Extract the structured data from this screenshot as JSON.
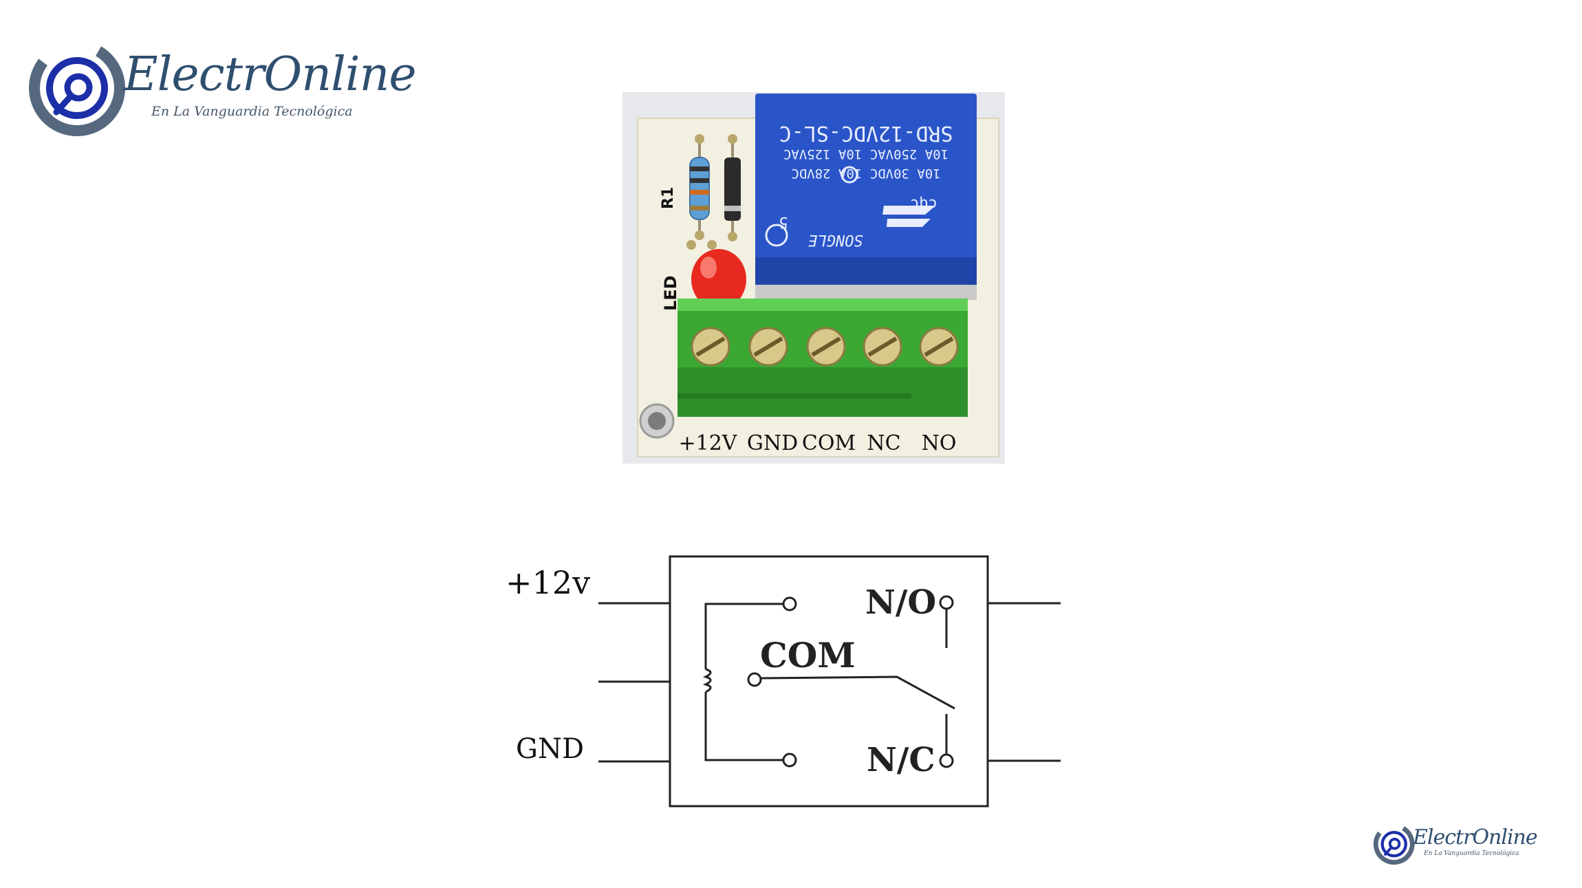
{
  "brand": {
    "name": "ElectrOnline",
    "tagline": "En La Vanguardia Tecnológica",
    "color_primary": "#2f4f6f",
    "color_accent": "#1c2fa8",
    "icon": "electronline-logo-icon"
  },
  "photo": {
    "relay_markings": {
      "line1": "SRD-12VDC-SL-C",
      "line2": "10A 250VAC  10A 125VAC",
      "line3": "10A 30VDC  10A 28VDC",
      "cert": "cqc",
      "brand": "SONGLE",
      "number": "5"
    },
    "component_labels": {
      "resistor": "R1",
      "led": "LED"
    },
    "terminals": [
      "+12V",
      "GND",
      "COM",
      "NC",
      "NO"
    ],
    "colors": {
      "pcb": "#f2f0e0",
      "relay": "#2a55c8",
      "terminal_block": "#3aa832",
      "led": "#e8291f"
    }
  },
  "schematic": {
    "left_labels": {
      "top": "+12v",
      "bottom": "GND"
    },
    "contact_labels": {
      "no": "N/O",
      "com": "COM",
      "nc": "N/C"
    }
  }
}
